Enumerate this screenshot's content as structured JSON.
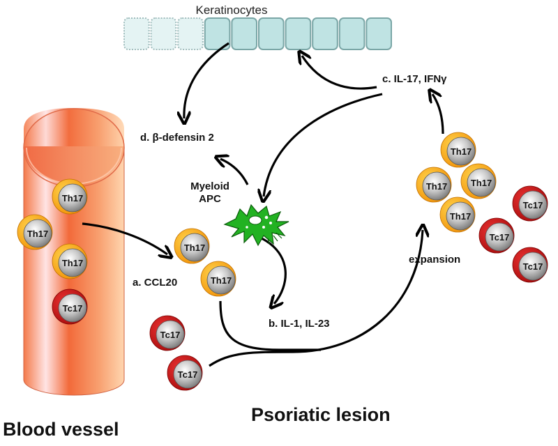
{
  "keratinocytes": {
    "label": "Keratinocytes",
    "faded_cells": 3,
    "solid_cells": 7
  },
  "labels": {
    "a": "a. CCL20",
    "b": "b. IL-1, IL-23",
    "c": "c. IL-17, IFNγ",
    "d": "d. β-defensin 2",
    "apc_line1": "Myeloid",
    "apc_line2": "APC",
    "expansion": "expansion",
    "psoriatic_lesion": "Psoriatic lesion",
    "blood_vessel": "Blood vessel"
  },
  "cell_types": {
    "th17": "Th17",
    "tc17": "Tc17"
  },
  "colors": {
    "th17_crescent": "#f4a000",
    "tc17_crescent": "#c41414",
    "cell_body": "#9a9a9a",
    "keratinocyte_fill": "#bfe3e3",
    "keratinocyte_stroke": "#7aa6a6",
    "vessel": "#f07848",
    "apc": "#22b222"
  }
}
